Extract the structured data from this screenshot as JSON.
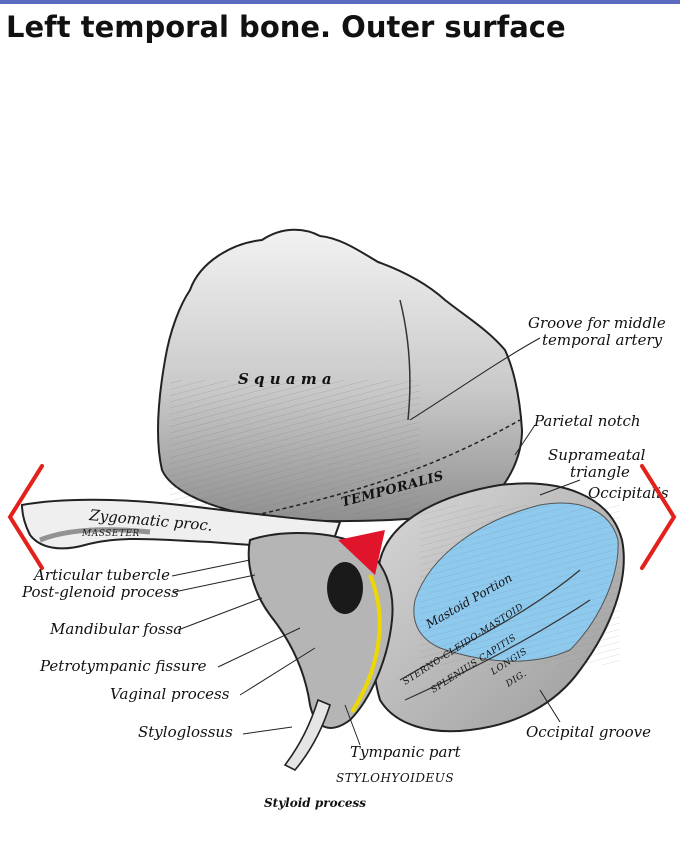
{
  "title": "Left temporal bone. Outer surface",
  "colors": {
    "mastoid": "#8ec9ee",
    "red_area": "#e0142a",
    "yellow_line": "#ecd800",
    "nav_arrow": "#e2211b"
  },
  "labels": {
    "squama": "S q u a m a",
    "groove_middle_1": "Groove for middle",
    "groove_middle_2": "temporal artery",
    "parietal_notch": "Parietal notch",
    "suprameatal_1": "Suprameatal",
    "suprameatal_2": "triangle",
    "occipitalis": "Occipitalis",
    "temporalis": "TEMPORALIS",
    "zygomatic": "Zygomatic proc.",
    "masseter": "MASSETER",
    "articular": "Articular tubercle",
    "postglenoid": "Post-glenoid process",
    "mandibular": "Mandibular fossa",
    "petrotympanic": "Petrotympanic fissure",
    "vaginal": "Vaginal process",
    "styloglossus": "Styloglossus",
    "tympanic": "Tympanic part",
    "stylohyoideus": "STYLOHYOIDEUS",
    "styloid": "Styloid process",
    "occipital_groove": "Occipital groove",
    "mastoid_portion": "Mastoid Portion",
    "sterno": "STERNO-CLEIDO-MASTOID",
    "splenius": "SPLENIUS CAPITIS",
    "longissimus": "LONGIS",
    "dig": "DIG."
  },
  "navigation": {
    "prev_icon": "chevron-left-icon",
    "next_icon": "chevron-right-icon"
  }
}
